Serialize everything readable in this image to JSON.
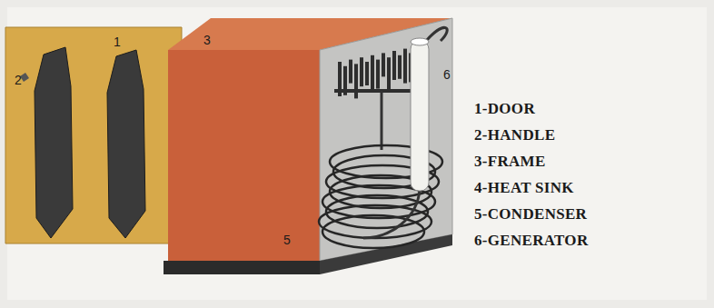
{
  "diagram": {
    "labels": [
      "1",
      "2",
      "3",
      "6",
      "5",
      "1-DOOR",
      "2-HANDLE",
      "3-FRAME",
      "4-HEAT SINK",
      "5-CONDENSER",
      "6-GENERATOR"
    ]
  }
}
